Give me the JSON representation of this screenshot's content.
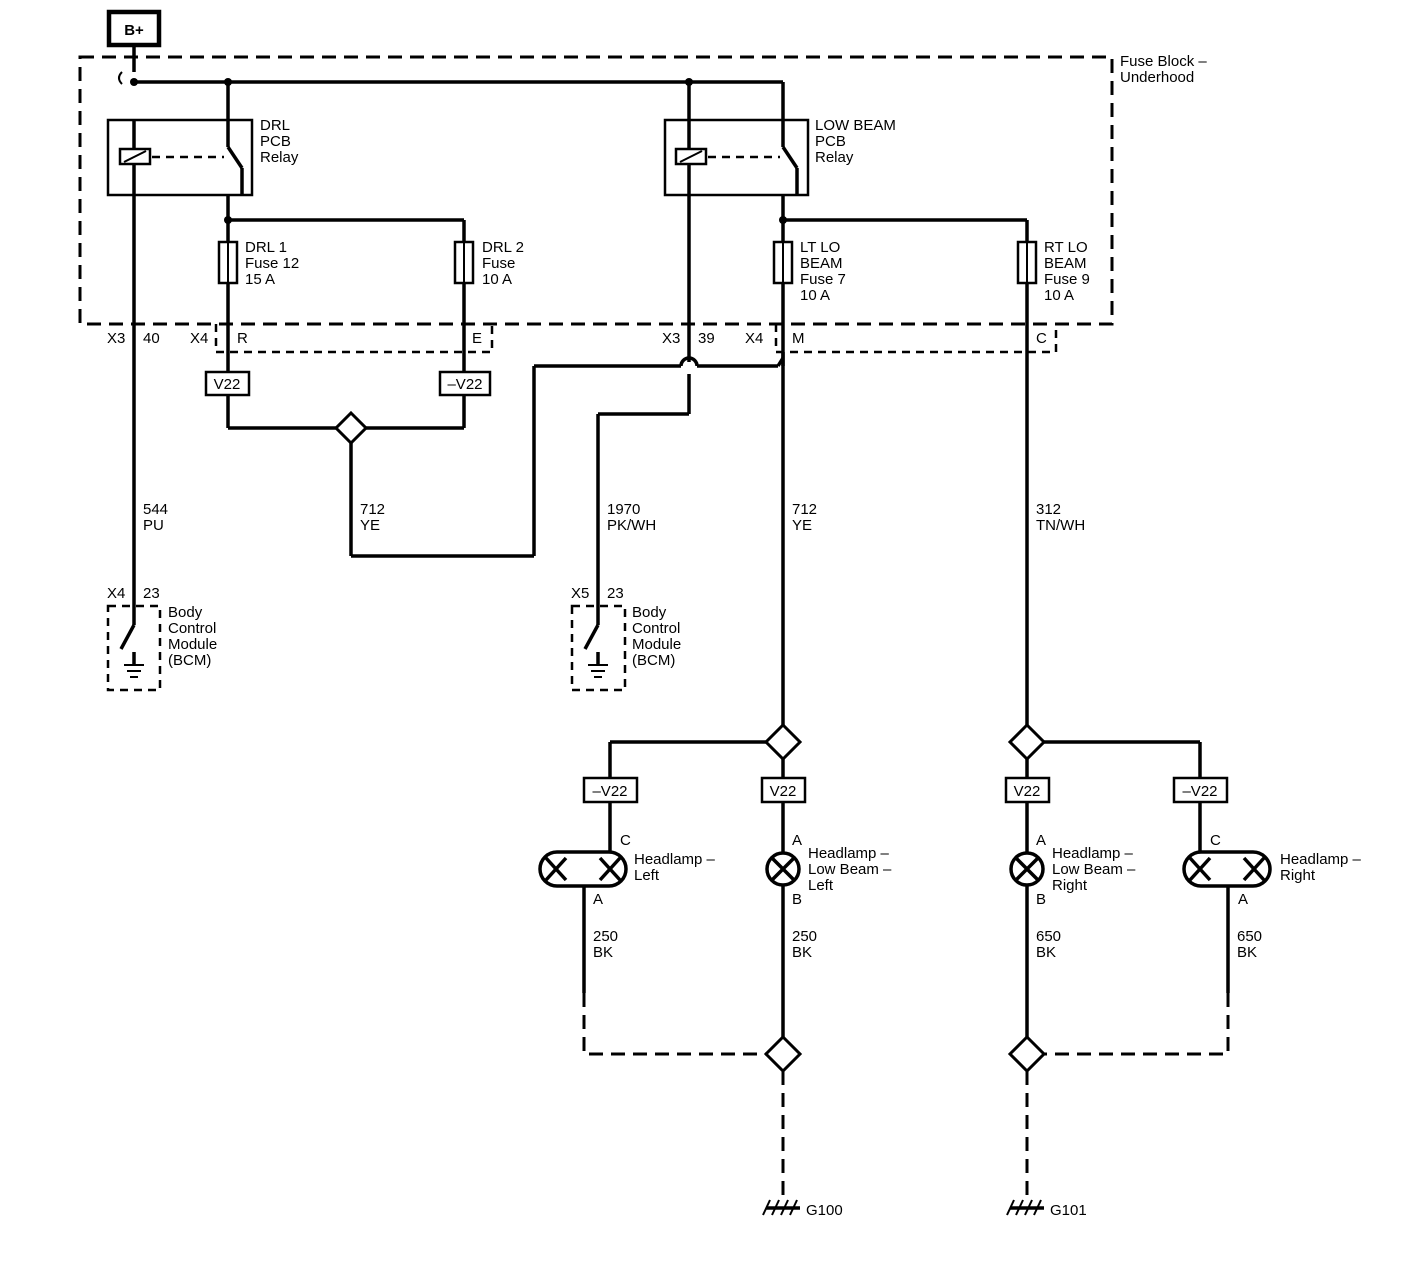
{
  "battery": {
    "label": "B+"
  },
  "fuse_block": {
    "title_line1": "Fuse Block –",
    "title_line2": "Underhood"
  },
  "relays": {
    "drl": {
      "line1": "DRL",
      "line2": "PCB",
      "line3": "Relay"
    },
    "low_beam": {
      "line1": "LOW BEAM",
      "line2": "PCB",
      "line3": "Relay"
    }
  },
  "fuses": {
    "drl1": {
      "line1": "DRL 1",
      "line2": "Fuse 12",
      "line3": "15 A"
    },
    "drl2": {
      "line1": "DRL 2",
      "line2": "Fuse",
      "line3": "10 A"
    },
    "lt_lo": {
      "line1": "LT LO",
      "line2": "BEAM",
      "line3": "Fuse 7",
      "line4": "10 A"
    },
    "rt_lo": {
      "line1": "RT LO",
      "line2": "BEAM",
      "line3": "Fuse 9",
      "line4": "10 A"
    }
  },
  "connectors": {
    "x3_40": {
      "conn": "X3",
      "pin": "40"
    },
    "x4_r": {
      "conn": "X4",
      "pin": "R"
    },
    "x4_e": {
      "pin": "E"
    },
    "x3_39": {
      "conn": "X3",
      "pin": "39"
    },
    "x4_m": {
      "conn": "X4",
      "pin": "M"
    },
    "x4_c": {
      "pin": "C"
    },
    "bcm1": {
      "conn": "X4",
      "pin": "23"
    },
    "bcm2": {
      "conn": "X5",
      "pin": "23"
    }
  },
  "options": {
    "v22_drl1": "V22",
    "nv22_drl2": "–V22",
    "nv22_left": "–V22",
    "v22_lowleft": "V22",
    "v22_lowright": "V22",
    "nv22_right": "–V22"
  },
  "wires": {
    "w544": {
      "circuit": "544",
      "color": "PU"
    },
    "w712a": {
      "circuit": "712",
      "color": "YE"
    },
    "w1970": {
      "circuit": "1970",
      "color": "PK/WH"
    },
    "w712b": {
      "circuit": "712",
      "color": "YE"
    },
    "w312": {
      "circuit": "312",
      "color": "TN/WH"
    },
    "w250a": {
      "circuit": "250",
      "color": "BK"
    },
    "w250b": {
      "circuit": "250",
      "color": "BK"
    },
    "w650a": {
      "circuit": "650",
      "color": "BK"
    },
    "w650b": {
      "circuit": "650",
      "color": "BK"
    }
  },
  "modules": {
    "bcm1": {
      "line1": "Body",
      "line2": "Control",
      "line3": "Module",
      "line4": "(BCM)"
    },
    "bcm2": {
      "line1": "Body",
      "line2": "Control",
      "line3": "Module",
      "line4": "(BCM)"
    }
  },
  "lamps": {
    "headlamp_left": {
      "line1": "Headlamp –",
      "line2": "Left",
      "pin_top": "C",
      "pin_bottom": "A"
    },
    "low_beam_left": {
      "line1": "Headlamp –",
      "line2": "Low Beam –",
      "line3": "Left",
      "pin_top": "A",
      "pin_bottom": "B"
    },
    "low_beam_right": {
      "line1": "Headlamp –",
      "line2": "Low Beam –",
      "line3": "Right",
      "pin_top": "A",
      "pin_bottom": "B"
    },
    "headlamp_right": {
      "line1": "Headlamp –",
      "line2": "Right",
      "pin_top": "C",
      "pin_bottom": "A"
    }
  },
  "grounds": {
    "g100": "G100",
    "g101": "G101"
  }
}
